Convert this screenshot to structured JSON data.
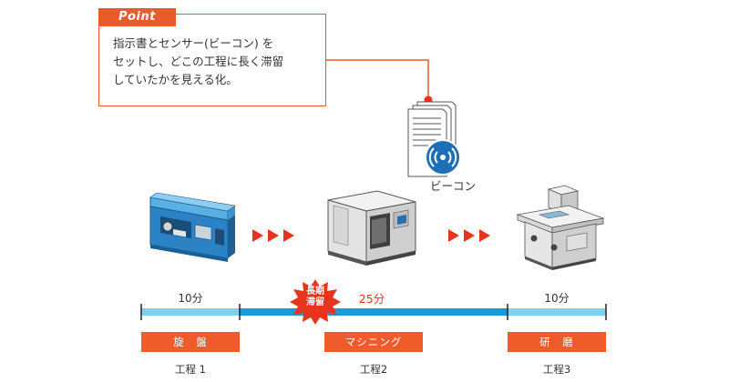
{
  "point": {
    "tag": "Point",
    "lines": [
      "指示書とセンサー(ビーコン) を",
      "セットし、どこの工程に長く滞留",
      "していたかを見える化。"
    ]
  },
  "beacon": {
    "label": "ビーコン"
  },
  "timeline": {
    "durations": [
      "10分",
      "25分",
      "10分"
    ],
    "stagnation_badge": [
      "長期",
      "滞留"
    ]
  },
  "steps": [
    {
      "button": "旋　盤",
      "name": "工程 1"
    },
    {
      "button": "マシニング",
      "name": "工程2"
    },
    {
      "button": "研　磨",
      "name": "工程3"
    }
  ],
  "colors": {
    "accent": "#ef5b2a",
    "timeline_light": "#7fd0ee",
    "timeline_dark": "#1a9ad6",
    "badge": "#e8341c",
    "beacon_blue": "#1f6fb8",
    "lathe_blue": "#2b83c6"
  },
  "icons": [
    "document-stack-icon",
    "beacon-icon",
    "lathe-machine-icon",
    "machining-center-icon",
    "grinder-machine-icon",
    "triple-arrow-icon"
  ]
}
